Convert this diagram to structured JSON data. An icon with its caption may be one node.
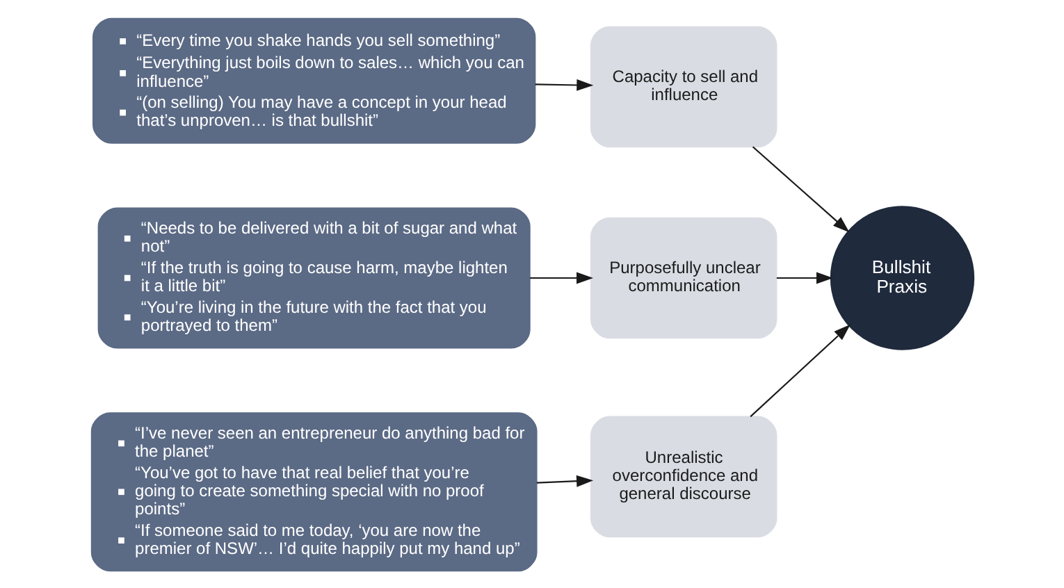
{
  "diagram": {
    "nodes": [
      {
        "text": [
          "“Every time you shake hands you sell something”",
          "“Everything just boils down to sales… which you can influence”",
          "“(on selling) You may have a concept in your head that’s unproven… is that bullshit”"
        ]
      },
      {
        "text": [
          "Capacity to sell and influence"
        ]
      },
      {
        "text": [
          "“Needs to be delivered with a bit of sugar and what not”",
          "“If the truth is going to cause harm, maybe lighten it a little bit”",
          "“You’re living in the future with the fact that you portrayed to them”"
        ]
      },
      {
        "text": [
          "Purposefully unclear communication"
        ]
      },
      {
        "text": [
          "“I’ve never seen an entrepreneur do anything bad for the planet”",
          "“You’ve got to have that real belief that you’re going to create something special with no proof points”",
          "“If someone said to me today, ‘you are now the premier of NSW’… I’d quite happily put my hand up”"
        ]
      },
      {
        "text": [
          "Unrealistic overconfidence and general discourse"
        ]
      },
      {
        "text": [
          "Bullshit Praxis"
        ]
      }
    ],
    "edges": [
      {
        "from": 0,
        "to": 1,
        "arrow": "to"
      },
      {
        "from": 2,
        "to": 3,
        "arrow": "to"
      },
      {
        "from": 4,
        "to": 5,
        "arrow": "to"
      },
      {
        "from": 1,
        "to": 6,
        "arrow": "to"
      },
      {
        "from": 3,
        "to": 6,
        "arrow": "to"
      },
      {
        "from": 5,
        "to": 6,
        "arrow": "to"
      }
    ]
  }
}
